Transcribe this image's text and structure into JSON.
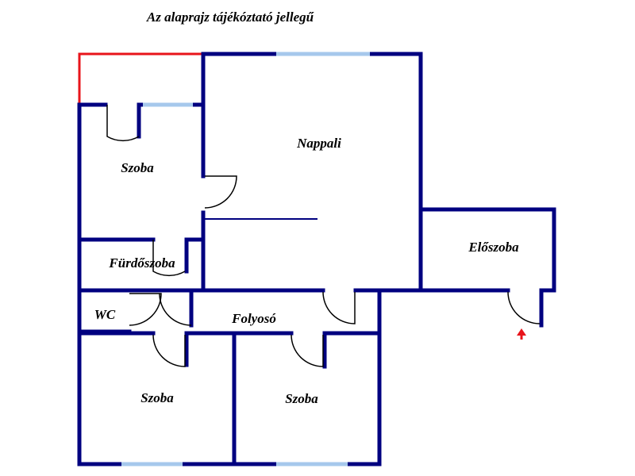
{
  "title": "Az alaprajz tájékóztató jellegű",
  "colors": {
    "wall": "#000080",
    "window": "#a6c8ec",
    "balcony": "#e8141b",
    "door": "#000000",
    "entrance_arrow": "#e8141b"
  },
  "rooms": {
    "nappali": "Nappali",
    "szoba_top": "Szoba",
    "eloszoba": "Előszoba",
    "furdoszoba": "Fürdőszoba",
    "wc": "WC",
    "folyoso": "Folyosó",
    "szoba_bottom_left": "Szoba",
    "szoba_bottom_right": "Szoba"
  },
  "icons": {
    "entrance": "entrance-arrow-icon"
  }
}
